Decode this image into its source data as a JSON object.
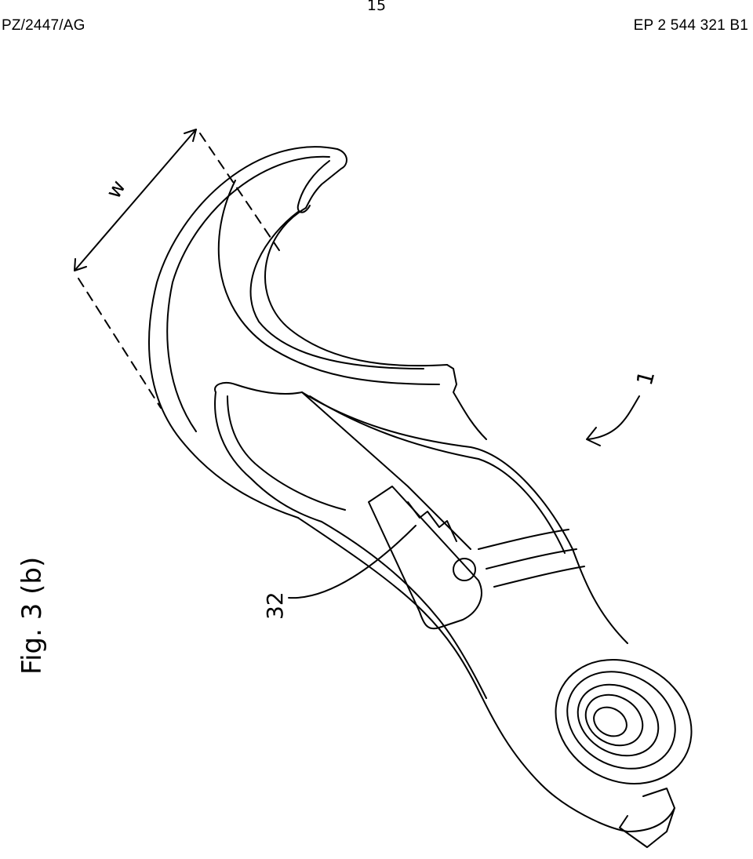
{
  "header": {
    "page_number": "15",
    "left_reference": "PZ/2447/AG",
    "right_reference": "EP 2 544 321 B1"
  },
  "figure": {
    "caption": "Fig. 3 (b)",
    "dimension_label": "w",
    "reference_numerals": {
      "part": "32",
      "assembly": "1"
    }
  }
}
